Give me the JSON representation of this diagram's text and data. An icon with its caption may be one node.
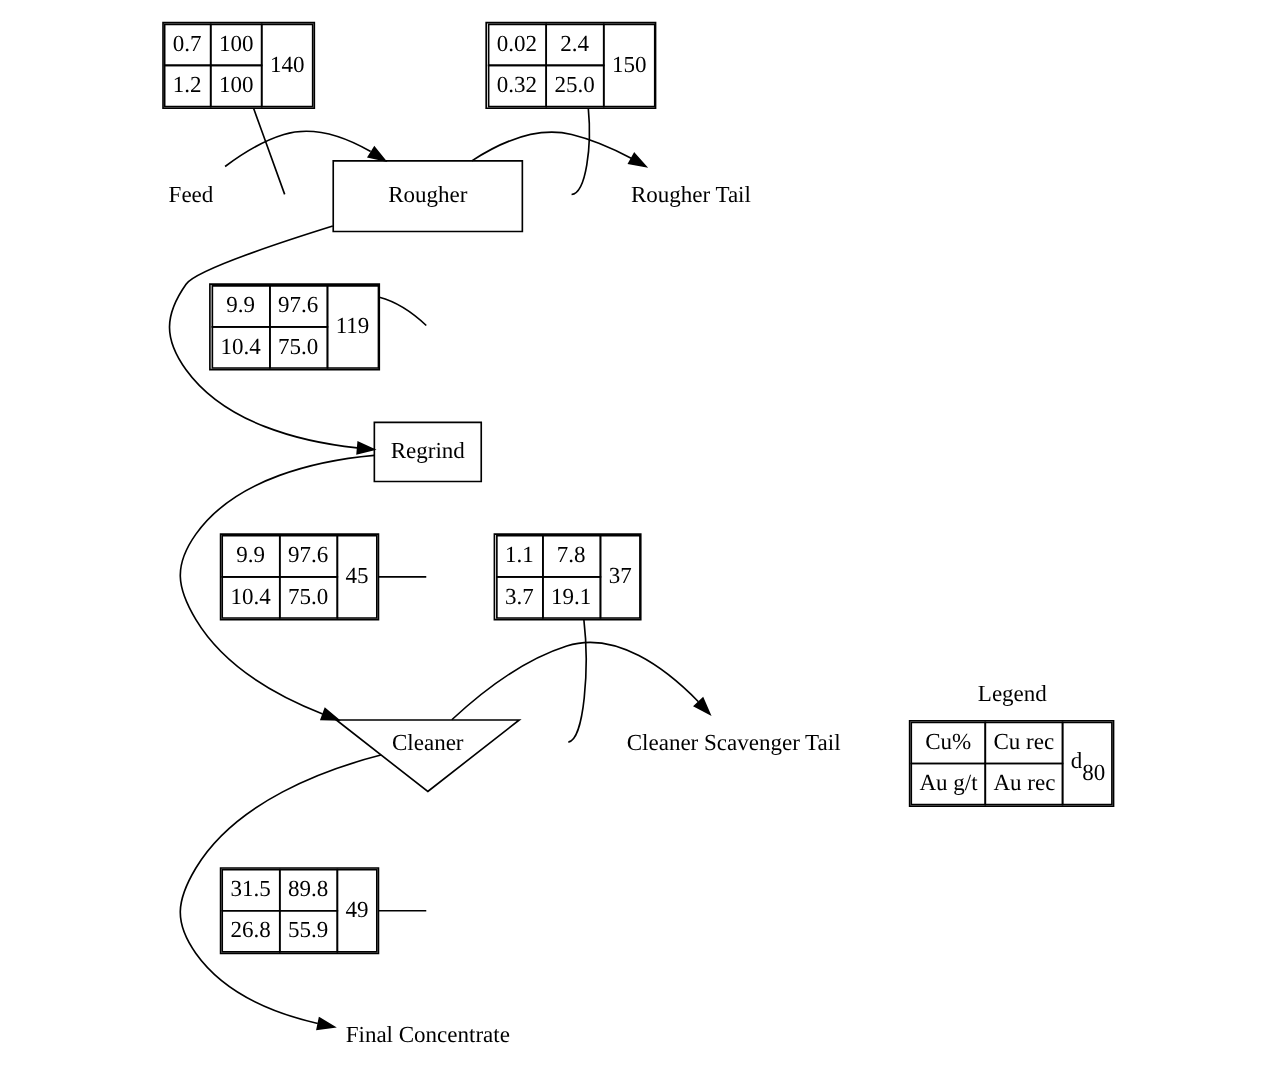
{
  "diagram": {
    "nodes": [
      {
        "text": [
          "Feed"
        ]
      },
      {
        "text": [
          "Rougher"
        ]
      },
      {
        "text": [
          "Rougher Tail"
        ]
      },
      {
        "text": [
          "Regrind"
        ]
      },
      {
        "text": [
          "Cleaner"
        ]
      },
      {
        "text": [
          "Cleaner Scavenger Tail"
        ]
      },
      {
        "text": [
          "Final Concentrate"
        ]
      },
      {
        "text": [
          "0.7",
          "100",
          "1.2",
          "100",
          "140"
        ]
      },
      {
        "text": [
          "0.02",
          "2.4",
          "0.32",
          "25.0",
          "150"
        ]
      },
      {
        "text": [
          "9.9",
          "97.6",
          "10.4",
          "75.0",
          "119"
        ]
      },
      {
        "text": [
          "9.9",
          "97.6",
          "10.4",
          "75.0",
          "45"
        ]
      },
      {
        "text": [
          "1.1",
          "7.8",
          "3.7",
          "19.1",
          "37"
        ]
      },
      {
        "text": [
          "31.5",
          "89.8",
          "26.8",
          "55.9",
          "49"
        ]
      },
      {
        "text": [
          "Legend",
          "Cu%",
          "Cu rec",
          "Au g/t",
          "Au rec",
          "d$_{80}$"
        ]
      }
    ],
    "edges": [
      {
        "from": 0,
        "to": 1,
        "arrow": "to"
      },
      {
        "from": 1,
        "to": 2,
        "arrow": "to"
      },
      {
        "from": 1,
        "to": 3,
        "arrow": "to"
      },
      {
        "from": 3,
        "to": 4,
        "arrow": "to"
      },
      {
        "from": 4,
        "to": 5,
        "arrow": "to"
      },
      {
        "from": 4,
        "to": 6,
        "arrow": "to"
      },
      {
        "from": 7,
        "to": null,
        "arrow": "none"
      },
      {
        "from": 8,
        "to": null,
        "arrow": "none"
      },
      {
        "from": 9,
        "to": null,
        "arrow": "none"
      },
      {
        "from": 10,
        "to": null,
        "arrow": "none"
      },
      {
        "from": 11,
        "to": null,
        "arrow": "none"
      },
      {
        "from": 12,
        "to": null,
        "arrow": "none"
      }
    ]
  }
}
